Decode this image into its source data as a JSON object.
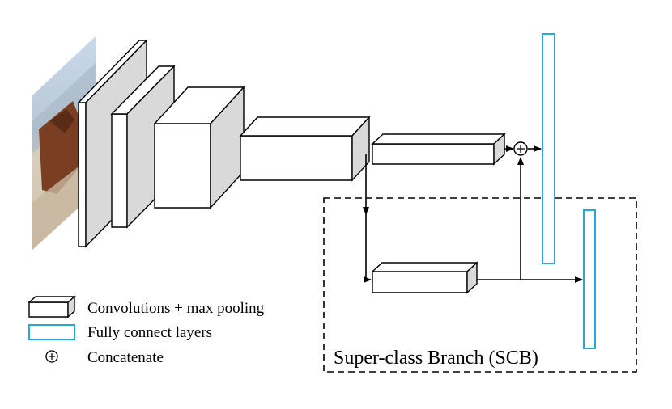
{
  "colors": {
    "fully_connect_stroke": "#29a8d8",
    "block_side_fill": "#d9d9d9",
    "line": "#000000"
  },
  "legend": {
    "conv_label": "Convolutions + max pooling",
    "fc_label": "Fully connect layers",
    "concat_label": "Concatenate"
  },
  "branch": {
    "label": "Super-class Branch (SCB)"
  },
  "input_image": {
    "icon": "cow-on-beach-photo"
  },
  "concat_symbol": "⊕"
}
